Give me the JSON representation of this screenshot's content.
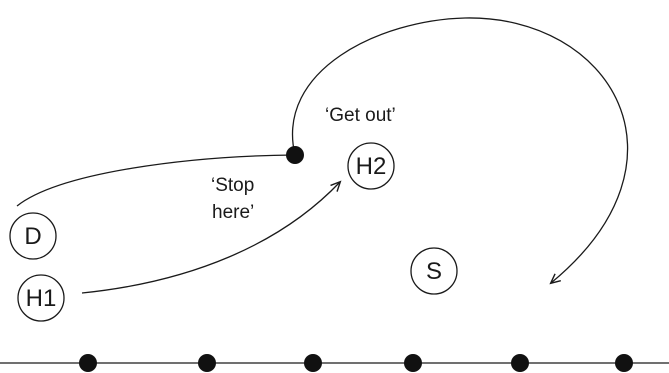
{
  "nodes": {
    "d": "D",
    "h1": "H1",
    "h2": "H2",
    "s": "S"
  },
  "annotations": {
    "get_out": "‘Get out’",
    "stop_line1": "‘Stop",
    "stop_line2": "here’"
  },
  "baseline_dot_count": 6,
  "colors": {
    "stroke": "#1a1a1a",
    "dot": "#111111",
    "background": "#ffffff"
  }
}
